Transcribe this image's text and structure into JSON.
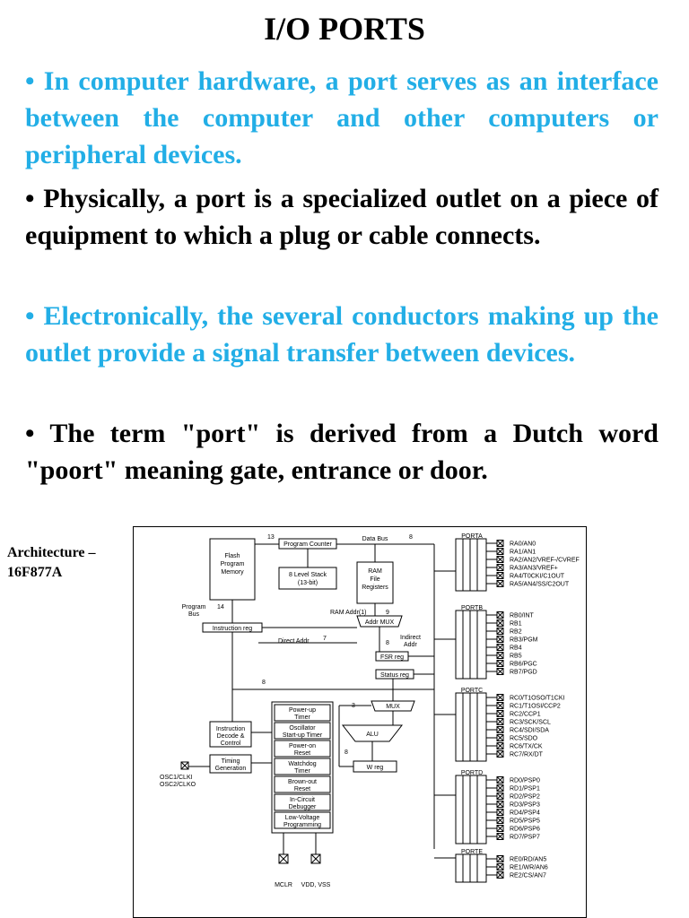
{
  "title": "I/O PORTS",
  "bullets": [
    {
      "marker": "•",
      "text": "In computer hardware, a port serves as an interface between the computer and other computers or peripheral devices.",
      "color": "#22aee6"
    },
    {
      "marker": "•",
      "text": "Physically, a port is a specialized outlet on a piece of equipment to which a plug or cable connects.",
      "color": "#000000"
    },
    {
      "marker": "•",
      "text": "Electronically, the several conductors making up the outlet provide a signal transfer between devices.",
      "color": "#22aee6"
    },
    {
      "marker": "•",
      "text": "The term \"port\" is derived from a Dutch word \"poort\" meaning gate, entrance or door.",
      "color": "#000000"
    }
  ],
  "architecture_label": "Architecture – 16F877A",
  "diagram": {
    "blocks": {
      "flash": "Flash Program Memory",
      "program_counter": "Program Counter",
      "stack": "8 Level Stack (13-bit)",
      "ram": "RAM File Registers",
      "addr_mux": "Addr MUX",
      "instruction_reg": "Instruction reg",
      "fsr": "FSR reg",
      "status": "Status reg",
      "mux": "MUX",
      "alu": "ALU",
      "w_reg": "W reg",
      "decode": "Instruction Decode & Control",
      "timing": "Timing Generation",
      "power_up": "Power-up Timer",
      "oscillator": "Oscillator Start-up Timer",
      "power_on": "Power-on Reset",
      "watchdog": "Watchdog Timer",
      "brownout": "Brown-out Reset",
      "debugger": "In-Circuit Debugger",
      "lowvolt": "Low-Voltage Programming"
    },
    "labels": {
      "data_bus": "Data Bus",
      "program_bus": "Program Bus",
      "ram_addr": "RAM Addr(1)",
      "direct_addr": "Direct Addr",
      "indirect_addr": "Indirect Addr",
      "osc": "OSC1/CLKI OSC2/CLKO",
      "mclr": "MCLR",
      "vdd_vss": "VDD, VSS",
      "n13": "13",
      "n8a": "8",
      "n14": "14",
      "n9": "9",
      "n7": "7",
      "n8b": "8",
      "n8c": "8",
      "n3": "3",
      "n8d": "8"
    },
    "ports": [
      {
        "name": "PORTA",
        "pins": [
          "RA0/AN0",
          "RA1/AN1",
          "RA2/AN2/VREF-/CVREF",
          "RA3/AN3/VREF+",
          "RA4/T0CKI/C1OUT",
          "RA5/AN4/SS/C2OUT"
        ]
      },
      {
        "name": "PORTB",
        "pins": [
          "RB0/INT",
          "RB1",
          "RB2",
          "RB3/PGM",
          "RB4",
          "RB5",
          "RB6/PGC",
          "RB7/PGD"
        ]
      },
      {
        "name": "PORTC",
        "pins": [
          "RC0/T1OSO/T1CKI",
          "RC1/T1OSI/CCP2",
          "RC2/CCP1",
          "RC3/SCK/SCL",
          "RC4/SDI/SDA",
          "RC5/SDO",
          "RC6/TX/CK",
          "RC7/RX/DT"
        ]
      },
      {
        "name": "PORTD",
        "pins": [
          "RD0/PSP0",
          "RD1/PSP1",
          "RD2/PSP2",
          "RD3/PSP3",
          "RD4/PSP4",
          "RD5/PSP5",
          "RD6/PSP6",
          "RD7/PSP7"
        ]
      },
      {
        "name": "PORTE",
        "pins": [
          "RE0/RD/AN5",
          "RE1/WR/AN6",
          "RE2/CS/AN7"
        ]
      }
    ]
  }
}
